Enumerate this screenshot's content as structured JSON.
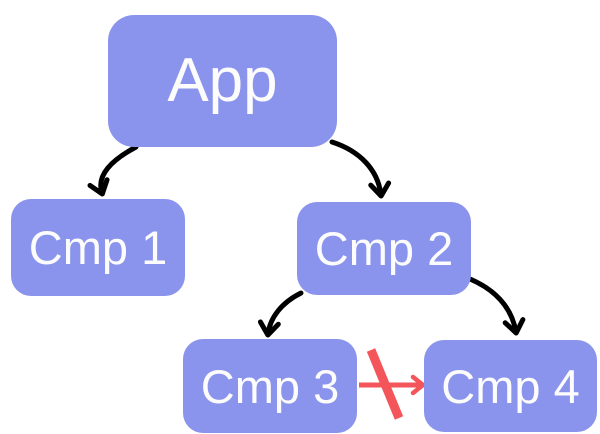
{
  "diagram": {
    "kind": "component-tree",
    "description": "Component hierarchy with forbidden sibling communication"
  },
  "nodes": [
    {
      "id": "app",
      "label": "App"
    },
    {
      "id": "cmp1",
      "label": "Cmp 1"
    },
    {
      "id": "cmp2",
      "label": "Cmp 2"
    },
    {
      "id": "cmp3",
      "label": "Cmp 3"
    },
    {
      "id": "cmp4",
      "label": "Cmp 4"
    }
  ],
  "edges": [
    {
      "from": "App",
      "to": "Cmp 1",
      "type": "parent-child",
      "style": "black-curved-arrow"
    },
    {
      "from": "App",
      "to": "Cmp 2",
      "type": "parent-child",
      "style": "black-curved-arrow"
    },
    {
      "from": "Cmp 2",
      "to": "Cmp 3",
      "type": "parent-child",
      "style": "black-curved-arrow"
    },
    {
      "from": "Cmp 2",
      "to": "Cmp 4",
      "type": "parent-child",
      "style": "black-curved-arrow"
    },
    {
      "from": "Cmp 3",
      "to": "Cmp 4",
      "type": "forbidden",
      "style": "red-arrow-crossed-out"
    }
  ],
  "colors": {
    "node_fill": "#8b94ed",
    "node_text": "#fcfcfc",
    "arrow": "#000000",
    "forbidden": "#f4555a",
    "background": "#ffffff"
  }
}
